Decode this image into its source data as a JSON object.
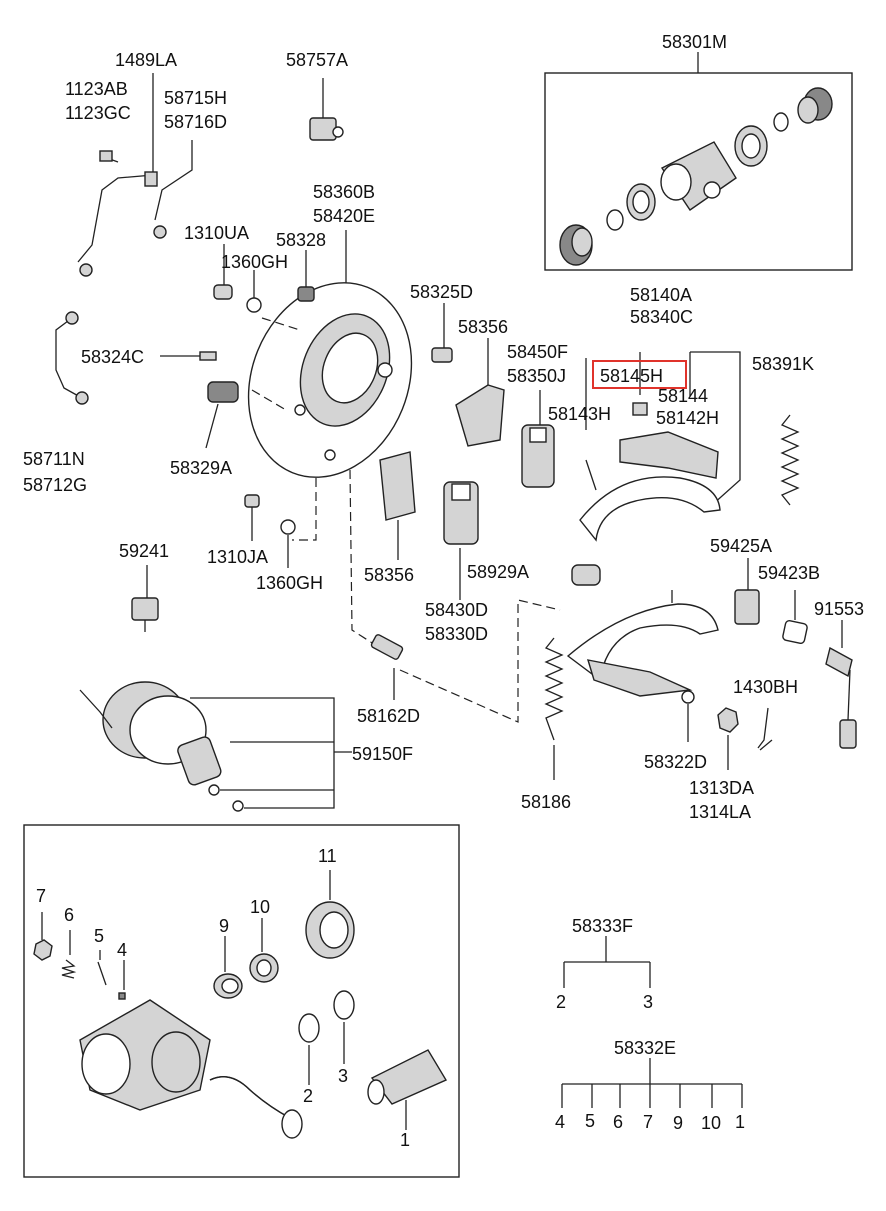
{
  "labels": {
    "p58301M": "58301M",
    "p1489LA": "1489LA",
    "p58757A": "58757A",
    "p1123AB": "1123AB",
    "p1123GC": "1123GC",
    "p58715H": "58715H",
    "p58716D": "58716D",
    "p58360B": "58360B",
    "p58420E": "58420E",
    "p1310UA": "1310UA",
    "p58328": "58328",
    "p1360GH_a": "1360GH",
    "p58325D": "58325D",
    "p58140A": "58140A",
    "p58340C": "58340C",
    "p58356_a": "58356",
    "p58450F": "58450F",
    "p58350J": "58350J",
    "p58145H": "58145H",
    "p58391K": "58391K",
    "p58324C": "58324C",
    "p58144": "58144",
    "p58143H": "58143H",
    "p58142H": "58142H",
    "p58711N": "58711N",
    "p58712G": "58712G",
    "p58329A": "58329A",
    "p1310JA": "1310JA",
    "p1360GH_b": "1360GH",
    "p58356_b": "58356",
    "p59241": "59241",
    "p58929A": "58929A",
    "p59425A": "59425A",
    "p59423B": "59423B",
    "p91553": "91553",
    "p58430D": "58430D",
    "p58330D": "58330D",
    "p58162D": "58162D",
    "p1430BH": "1430BH",
    "p59150F": "59150F",
    "p58322D": "58322D",
    "p58186": "58186",
    "p1313DA": "1313DA",
    "p1314LA": "1314LA",
    "k11": "11",
    "k7": "7",
    "k6": "6",
    "k5": "5",
    "k4": "4",
    "k9": "9",
    "k10": "10",
    "k2": "2",
    "k3": "3",
    "k1": "1",
    "p58333F": "58333F",
    "t333_2": "2",
    "t333_3": "3",
    "p58332E": "58332E",
    "t332_4": "4",
    "t332_5": "5",
    "t332_6": "6",
    "t332_7": "7",
    "t332_9": "9",
    "t332_10": "10",
    "t332_1": "1"
  },
  "highlighted_part": "58145H",
  "colors": {
    "highlight": "#e0332b",
    "ink": "#222222"
  }
}
